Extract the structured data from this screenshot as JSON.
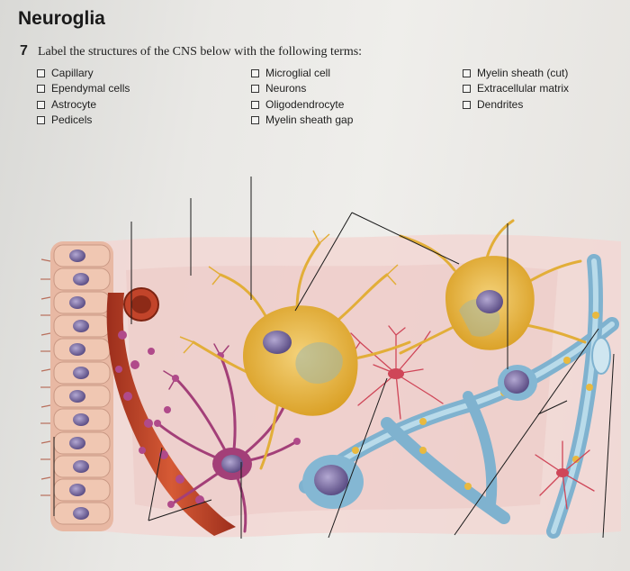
{
  "header": {
    "title": "Neuroglia"
  },
  "question": {
    "number": "7",
    "prompt": "Label the structures of the CNS below with the following terms:"
  },
  "terms": {
    "col1": [
      "Capillary",
      "Ependymal cells",
      "Astrocyte",
      "Pedicels"
    ],
    "col2": [
      "Microglial cell",
      "Neurons",
      "Oligodendrocyte",
      "Myelin sheath gap"
    ],
    "col3": [
      "Myelin sheath (cut)",
      "Extracellular matrix",
      "Dendrites"
    ]
  },
  "colors": {
    "neuron": "#e6b43a",
    "capillary": "#c8462c",
    "astrocyte": "#a33f78",
    "oligodendrocyte": "#84b7d3",
    "microglia": "#cf4658",
    "matrix": "#f3d9d6",
    "nucleus": "#7a6d9c"
  }
}
